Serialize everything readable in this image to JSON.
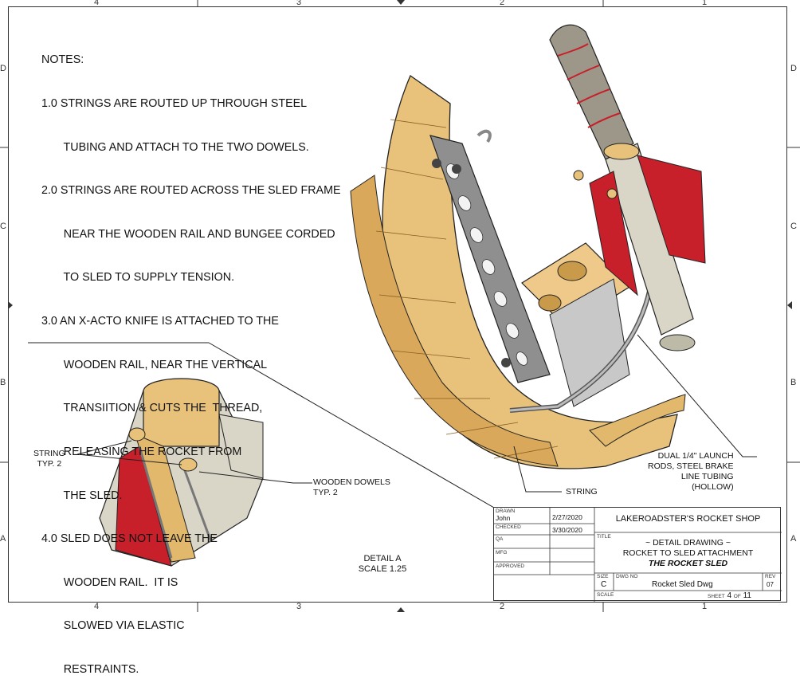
{
  "zones": {
    "top": [
      "4",
      "3",
      "2",
      "1"
    ],
    "bottom": [
      "4",
      "3",
      "2",
      "1"
    ],
    "left": [
      "D",
      "C",
      "B",
      "A"
    ],
    "right": [
      "D",
      "C",
      "B",
      "A"
    ]
  },
  "notes": {
    "heading": "NOTES:",
    "lines": [
      "1.0 STRINGS ARE ROUTED UP THROUGH STEEL",
      "       TUBING AND ATTACH TO THE TWO DOWELS.",
      "2.0 STRINGS ARE ROUTED ACROSS THE SLED FRAME",
      "       NEAR THE WOODEN RAIL AND BUNGEE CORDED",
      "       TO SLED TO SUPPLY TENSION.",
      "3.0 AN X-ACTO KNIFE IS ATTACHED TO THE",
      "       WOODEN RAIL, NEAR THE VERTICAL",
      "       TRANSIITION & CUTS THE  THREAD,",
      "       RELEASING THE ROCKET FROM",
      "       THE SLED.",
      "4.0 SLED DOES NOT LEAVE THE",
      "       WOODEN RAIL.  IT IS",
      "       SLOWED VIA ELASTIC",
      "       RESTRAINTS."
    ]
  },
  "callouts": {
    "string_typ": "STRING\nTYP. 2",
    "wooden_dowels": "WOODEN DOWELS\nTYP. 2",
    "string": "STRING",
    "launch_rods": "DUAL 1/4\" LAUNCH\nRODS, STEEL BRAKE\nLINE TUBING\n(HOLLOW)"
  },
  "detail": {
    "title": "DETAIL  A",
    "scale": "SCALE 1.25"
  },
  "title_block": {
    "drawn_label": "DRAWN",
    "drawn_by": "John",
    "drawn_date": "2/27/2020",
    "checked_label": "CHECKED",
    "checked_date": "3/30/2020",
    "qa_label": "QA",
    "mfg_label": "MFG",
    "approved_label": "APPROVED",
    "company": "LAKEROADSTER'S ROCKET SHOP",
    "title_label": "TITLE",
    "title_line1": "~ DETAIL DRAWING ~",
    "title_line2": "ROCKET TO SLED ATTACHMENT",
    "title_line3": "THE ROCKET SLED",
    "size_label": "SIZE",
    "size": "C",
    "dwg_no_label": "DWG NO",
    "dwg_no": "Rocket Sled Dwg",
    "rev_label": "REV",
    "rev": "07",
    "scale_label": "SCALE",
    "sheet_label": "SHEET",
    "sheet": "4",
    "of_label": "OF",
    "total": "11"
  },
  "colors": {
    "wood": "#e8c27a",
    "wood_dark": "#c99a4a",
    "metal": "#b9b9b9",
    "red": "#c8202a",
    "tube": "#9c9789"
  }
}
